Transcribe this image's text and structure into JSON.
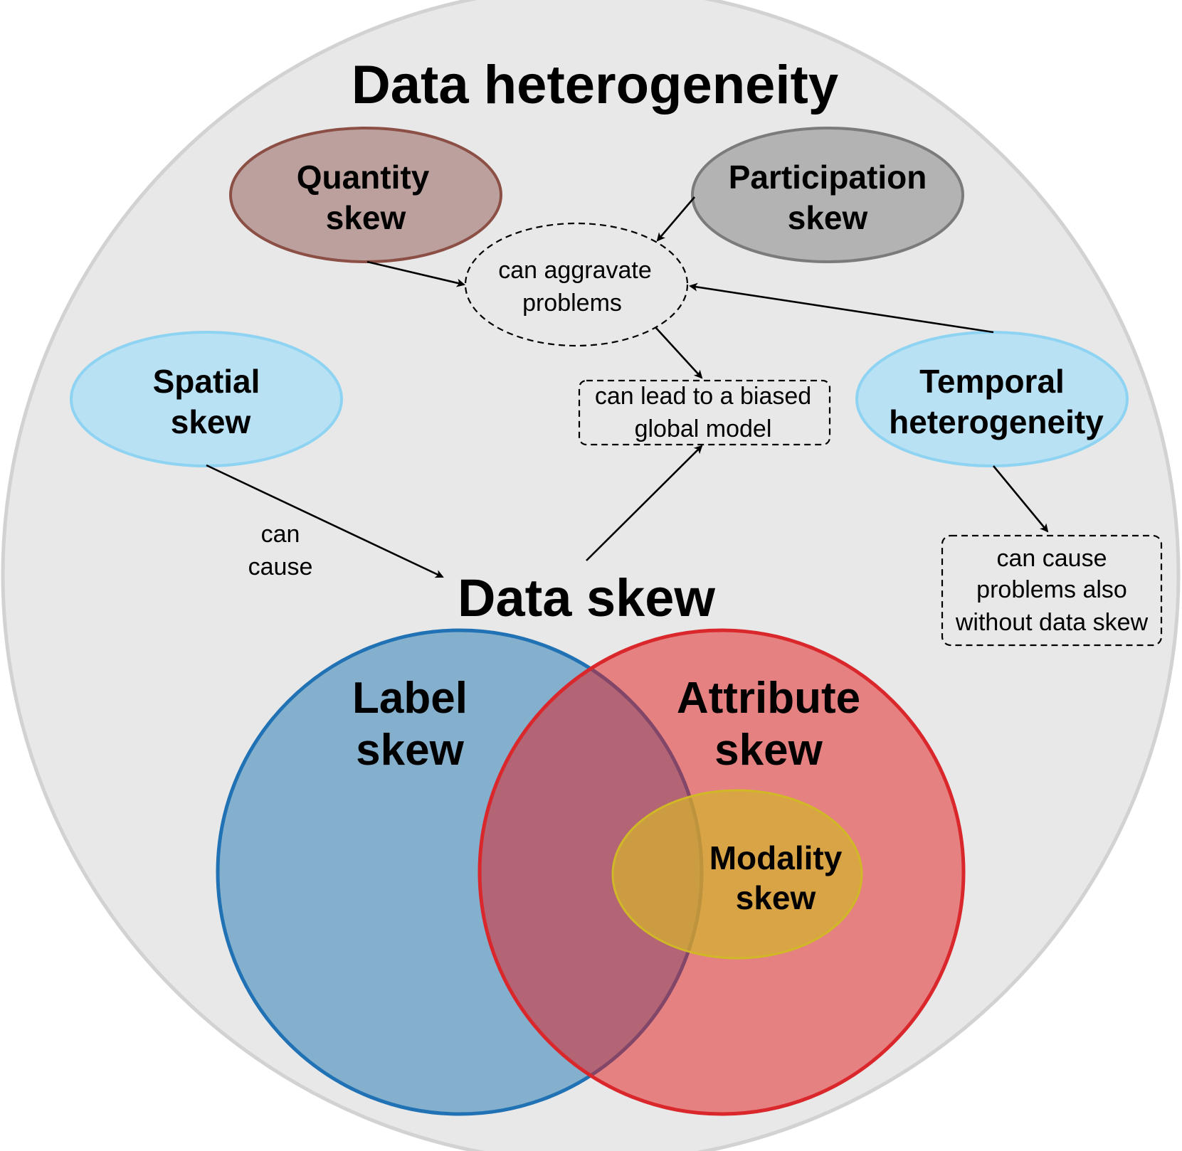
{
  "title": "Data heterogeneity",
  "nodes": {
    "quantity": [
      "Quantity",
      "skew"
    ],
    "participation": [
      "Participation",
      "skew"
    ],
    "spatial": [
      "Spatial",
      "skew"
    ],
    "temporal": [
      "Temporal",
      "heterogeneity"
    ],
    "label": [
      "Label",
      "skew"
    ],
    "attribute": [
      "Attribute",
      "skew"
    ],
    "modality": [
      "Modality",
      "skew"
    ]
  },
  "center_label": "Data skew",
  "notes": {
    "aggravate": [
      "can aggravate",
      "problems"
    ],
    "biased": [
      "can lead to a biased",
      "global model"
    ],
    "can_cause": [
      "can",
      "cause"
    ],
    "temporal_note": [
      "can cause",
      "problems also",
      "without data skew"
    ]
  },
  "colors": {
    "outer_fill": "#e8e8e8",
    "outer_stroke": "#d2d2d2",
    "quantity_fill": "#bba09e",
    "quantity_stroke": "#8c4f45",
    "participation_fill": "#b3b3b3",
    "participation_stroke": "#7b7b7b",
    "spatial_fill": "#b8e1f3",
    "spatial_stroke": "#8fd3f3",
    "label_fill": "#1f78b4",
    "label_stroke": "#2172b4",
    "attribute_fill": "#e31a1c",
    "attribute_stroke": "#d9272b",
    "modality_fill": "#d4b22e",
    "modality_stroke": "#d0b827"
  }
}
